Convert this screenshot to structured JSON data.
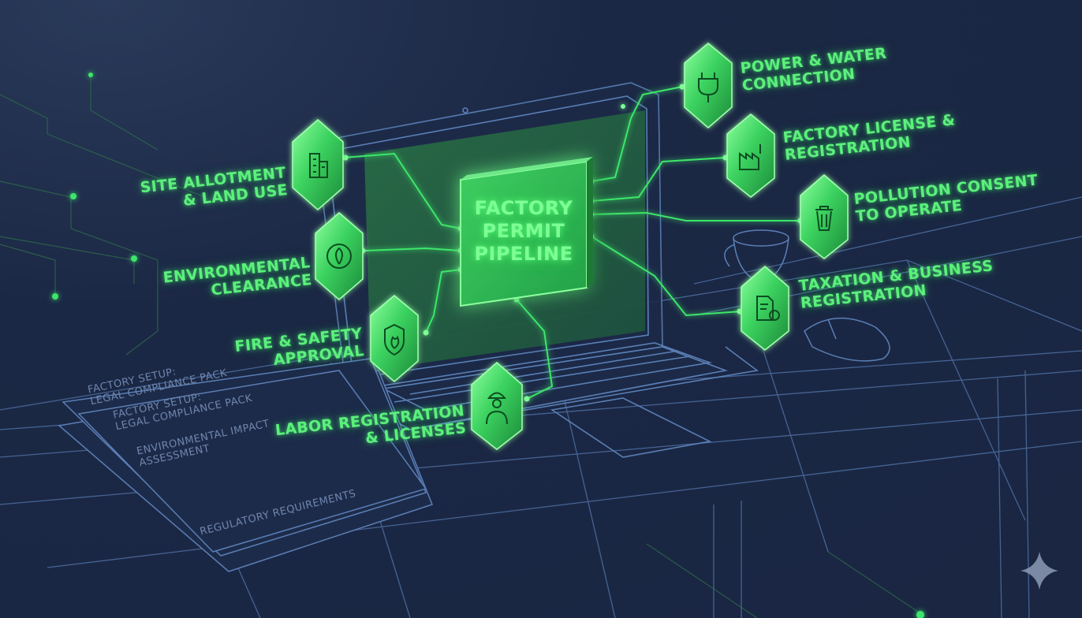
{
  "diagram": {
    "core": {
      "lines": [
        "FACTORY",
        "PERMIT",
        "PIPELINE"
      ]
    },
    "nodes": [
      {
        "id": "site",
        "lines": [
          "SITE ALLOTMENT",
          "& LAND USE"
        ],
        "icon": "building-icon"
      },
      {
        "id": "env",
        "lines": [
          "ENVIRONMENTAL",
          "CLEARANCE"
        ],
        "icon": "leaf-seal-icon"
      },
      {
        "id": "fire",
        "lines": [
          "FIRE & SAFETY",
          "APPROVAL"
        ],
        "icon": "fire-shield-icon"
      },
      {
        "id": "labor",
        "lines": [
          "LABOR REGISTRATION",
          "& LICENSES"
        ],
        "icon": "worker-icon"
      },
      {
        "id": "power",
        "lines": [
          "POWER & WATER",
          "CONNECTION"
        ],
        "icon": "plug-icon"
      },
      {
        "id": "license",
        "lines": [
          "FACTORY LICENSE &",
          "REGISTRATION"
        ],
        "icon": "factory-icon"
      },
      {
        "id": "pollution",
        "lines": [
          "POLLUTION CONSENT",
          "TO OPERATE"
        ],
        "icon": "trash-bin-icon"
      },
      {
        "id": "tax",
        "lines": [
          "TAXATION & BUSINESS",
          "REGISTRATION"
        ],
        "icon": "tax-document-icon"
      }
    ],
    "documents": {
      "back_title": [
        "FACTORY SETUP:",
        "LEGAL COMPLIANCE PACK"
      ],
      "front_title": [
        "FACTORY SETUP:",
        "LEGAL COMPLIANCE PACK"
      ],
      "front_subtitle": [
        "ENVIRONMENTAL IMPACT",
        "ASSESSMENT"
      ],
      "front_footer": "REGULATORY REQUIREMENTS"
    },
    "colors": {
      "background": "#1a2642",
      "line_art": "#4a6a9c",
      "accent_green": "#5cf07c",
      "glow_green": "#3ee66a"
    }
  }
}
